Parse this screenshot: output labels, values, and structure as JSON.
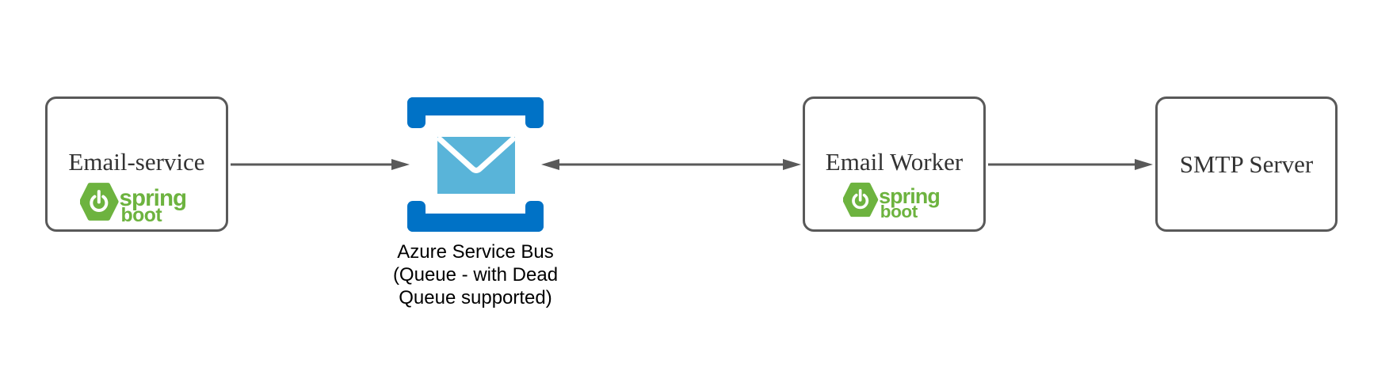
{
  "colors": {
    "spring_green": "#6DB33F",
    "azure_blue": "#0072C6",
    "envelope_blue": "#59B4D9",
    "line_gray": "#595959",
    "title_text": "#333333",
    "label_text": "#000000",
    "background": "#FFFFFF"
  },
  "diagram": {
    "nodes": {
      "email_service": {
        "label": "Email-service"
      },
      "service_bus": {
        "label_line1": "Azure Service Bus",
        "label_line2": "(Queue - with Dead",
        "label_line3": "Queue supported)"
      },
      "email_worker": {
        "label": "Email Worker"
      },
      "smtp_server": {
        "label": "SMTP Server"
      }
    },
    "spring_boot_logo": {
      "spring": "spring",
      "boot": "boot"
    },
    "edges": [
      {
        "from": "email_service",
        "to": "service_bus",
        "arrow": "one-way"
      },
      {
        "from": "service_bus",
        "to": "email_worker",
        "arrow": "two-way"
      },
      {
        "from": "email_worker",
        "to": "smtp_server",
        "arrow": "one-way"
      }
    ]
  }
}
